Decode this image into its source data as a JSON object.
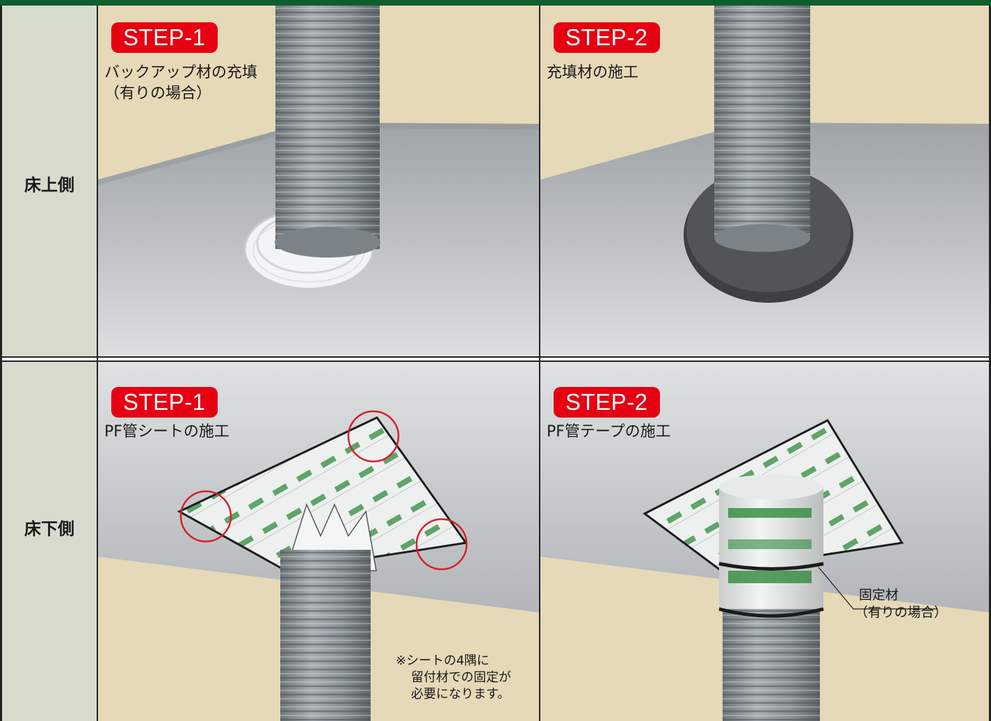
{
  "rows": {
    "upper_label": "床上側",
    "lower_label": "床下側"
  },
  "panels": {
    "upper_step1": {
      "badge": "STEP-1",
      "caption_line1": "バックアップ材の充填",
      "caption_line2": "（有りの場合）"
    },
    "upper_step2": {
      "badge": "STEP-2",
      "caption_line1": "充填材の施工"
    },
    "lower_step1": {
      "badge": "STEP-1",
      "caption_line1": "PF管シートの施工",
      "note_line1": "※シートの4隅に",
      "note_line2": "留付材での固定が",
      "note_line3": "必要になります。"
    },
    "lower_step2": {
      "badge": "STEP-2",
      "caption_line1": "PF管テープの施工",
      "callout_line1": "固定材",
      "callout_line2": "（有りの場合）"
    }
  },
  "colors": {
    "header_bar": "#0d5e2d",
    "side_column": "#d6dccd",
    "badge": "#e60012",
    "wall": "#e6d9b8",
    "floor_slab": "#b9bdc0",
    "pipe": "#8d9499",
    "marker_circle": "#d81e2a",
    "sheet_print": "#2f8a3c"
  }
}
